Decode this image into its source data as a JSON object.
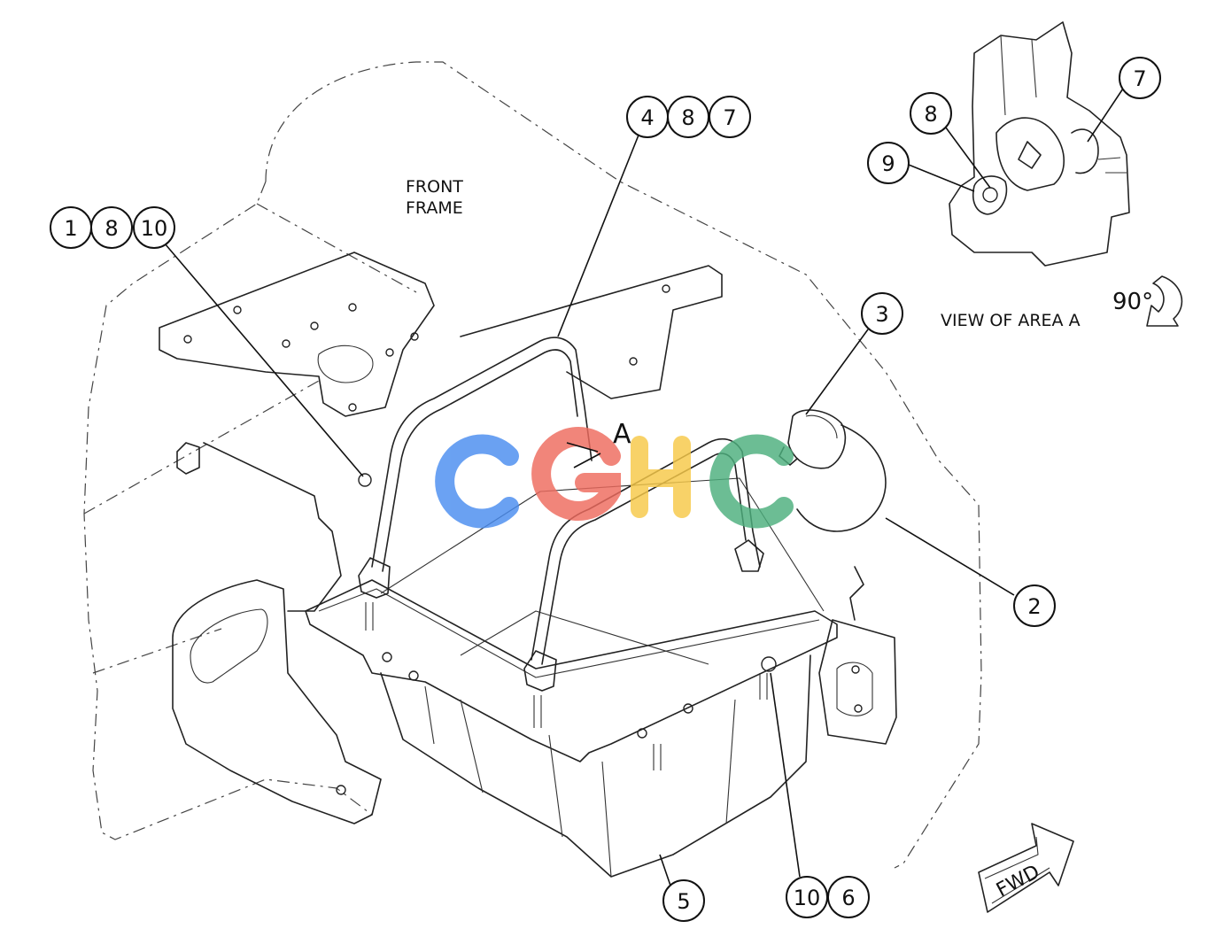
{
  "labels": {
    "front_frame_line1": "FRONT",
    "front_frame_line2": "FRAME",
    "view_of_area": "VIEW OF AREA A",
    "rotation": "90°",
    "area_marker": "A",
    "fwd": "FWD"
  },
  "callouts": {
    "group_left": [
      "1",
      "8",
      "10"
    ],
    "group_top": [
      "4",
      "8",
      "7"
    ],
    "group_bottom": [
      "10",
      "6"
    ],
    "single_3": "3",
    "single_2": "2",
    "single_5": "5",
    "inset_7": "7",
    "inset_8": "8",
    "inset_9": "9"
  },
  "watermark": {
    "letters": [
      "C",
      "G",
      "H",
      "C"
    ],
    "colors": [
      "#4a8df0",
      "#ee6b5e",
      "#f7c948",
      "#4caf7d"
    ]
  }
}
